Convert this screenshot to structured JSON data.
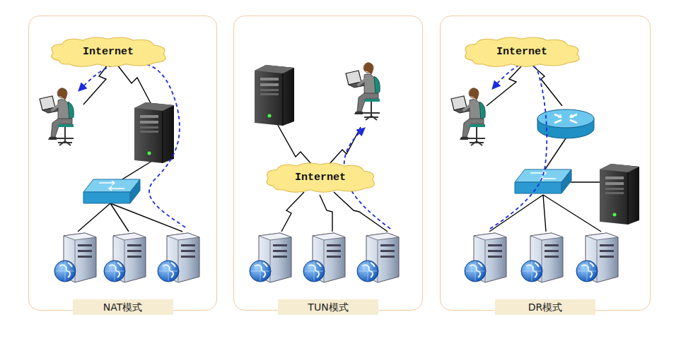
{
  "diagram": {
    "nodes": [
      {
        "text": [
          "NAT模式"
        ]
      },
      {
        "text": [
          "Internet"
        ],
        "in": 0
      },
      {
        "text": [
          "TUN模式"
        ]
      },
      {
        "text": [
          "Internet"
        ],
        "in": 2
      },
      {
        "text": [
          "DR模式"
        ]
      },
      {
        "text": [
          "Internet"
        ],
        "in": 4
      }
    ]
  }
}
